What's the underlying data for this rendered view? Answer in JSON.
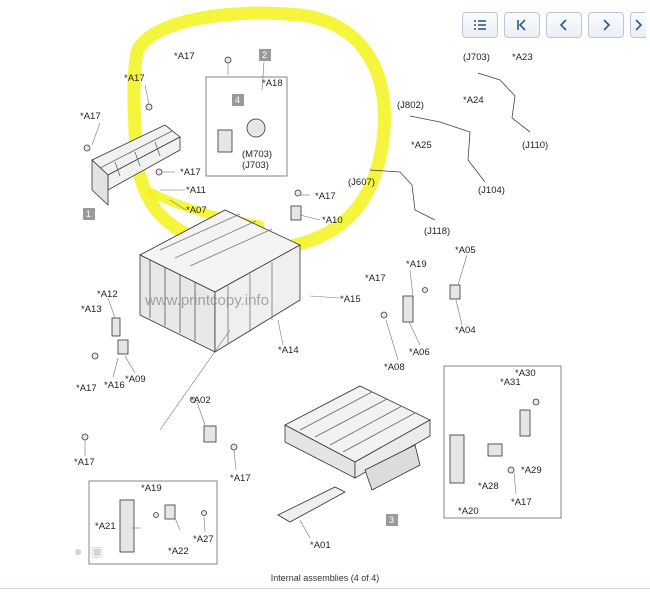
{
  "toolbar": {
    "buttons": [
      {
        "name": "menu-list-button",
        "icon": "list-icon"
      },
      {
        "name": "first-page-button",
        "icon": "skip-back-icon"
      },
      {
        "name": "previous-page-button",
        "icon": "chevron-left-icon"
      },
      {
        "name": "next-page-button",
        "icon": "chevron-right-icon"
      },
      {
        "name": "last-page-button",
        "icon": "skip-forward-icon"
      }
    ]
  },
  "diagram": {
    "labels": {
      "a17_top": "*A17",
      "a17_left_top": "*A17",
      "a17_left": "*A17",
      "a17_mid": "*A17",
      "a17_right": "*A17",
      "a17_side": "*A17",
      "a17_bottom_left": "*A17",
      "a17_bottom_mid": "*A17",
      "a17_bottom_right": "*A17",
      "a17_lower_left": "*A17",
      "a18": "*A18",
      "m703": "(M703)",
      "j703_paren": "(J703)",
      "j703_top": "(J703)",
      "a23": "*A23",
      "j802": "(J802)",
      "a24": "*A24",
      "j110": "(J110)",
      "a25": "*A25",
      "j607": "(J607)",
      "j104": "(J104)",
      "j118": "(J118)",
      "a11": "*A11",
      "a07": "*A07",
      "a10": "*A10",
      "a05": "*A05",
      "a19_top": "*A19",
      "a15": "*A15",
      "a04": "*A04",
      "a06": "*A06",
      "a08": "*A08",
      "a12": "*A12",
      "a13": "*A13",
      "a14": "*A14",
      "a09": "*A09",
      "a16": "*A16",
      "a02": "*A02",
      "a30": "*A30",
      "a31": "*A31",
      "a29": "*A29",
      "a28": "*A28",
      "a20": "*A20",
      "a19_bottom": "*A19",
      "a21": "*A21",
      "a22": "*A22",
      "a27": "*A27",
      "a01": "*A01"
    },
    "callouts": {
      "c1": "1",
      "c2": "2",
      "c3": "3",
      "c4": "4"
    },
    "watermark": "www.printcopy.info",
    "highlight_color": "#f3f31c",
    "callout_color": "#9a9a9a"
  },
  "caption": "Internal assemblies (4 of 4)"
}
